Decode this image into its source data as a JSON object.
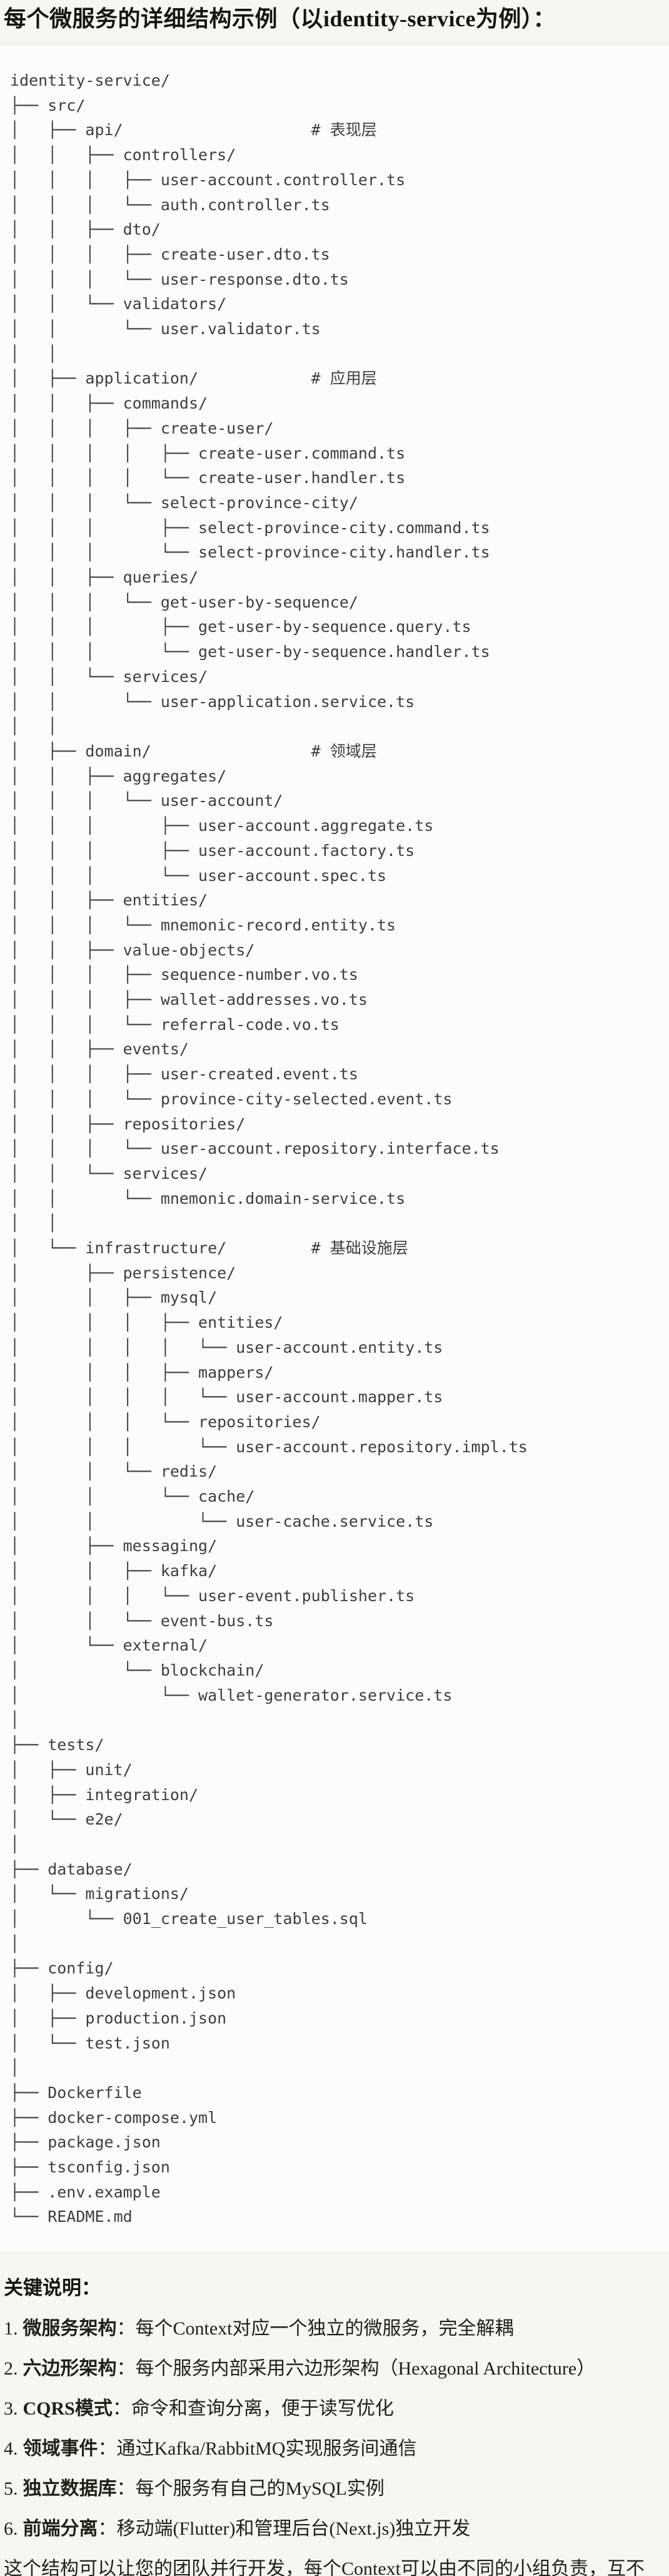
{
  "title": "每个微服务的详细结构示例（以identity-service为例）：",
  "code_block": {
    "lines": [
      "identity-service/",
      "├── src/",
      "│   ├── api/                    # 表现层",
      "│   │   ├── controllers/",
      "│   │   │   ├── user-account.controller.ts",
      "│   │   │   └── auth.controller.ts",
      "│   │   ├── dto/",
      "│   │   │   ├── create-user.dto.ts",
      "│   │   │   └── user-response.dto.ts",
      "│   │   └── validators/",
      "│   │       └── user.validator.ts",
      "│   │",
      "│   ├── application/            # 应用层",
      "│   │   ├── commands/",
      "│   │   │   ├── create-user/",
      "│   │   │   │   ├── create-user.command.ts",
      "│   │   │   │   └── create-user.handler.ts",
      "│   │   │   └── select-province-city/",
      "│   │   │       ├── select-province-city.command.ts",
      "│   │   │       └── select-province-city.handler.ts",
      "│   │   ├── queries/",
      "│   │   │   └── get-user-by-sequence/",
      "│   │   │       ├── get-user-by-sequence.query.ts",
      "│   │   │       └── get-user-by-sequence.handler.ts",
      "│   │   └── services/",
      "│   │       └── user-application.service.ts",
      "│   │",
      "│   ├── domain/                 # 领域层",
      "│   │   ├── aggregates/",
      "│   │   │   └── user-account/",
      "│   │   │       ├── user-account.aggregate.ts",
      "│   │   │       ├── user-account.factory.ts",
      "│   │   │       └── user-account.spec.ts",
      "│   │   ├── entities/",
      "│   │   │   └── mnemonic-record.entity.ts",
      "│   │   ├── value-objects/",
      "│   │   │   ├── sequence-number.vo.ts",
      "│   │   │   ├── wallet-addresses.vo.ts",
      "│   │   │   └── referral-code.vo.ts",
      "│   │   ├── events/",
      "│   │   │   ├── user-created.event.ts",
      "│   │   │   └── province-city-selected.event.ts",
      "│   │   ├── repositories/",
      "│   │   │   └── user-account.repository.interface.ts",
      "│   │   └── services/",
      "│   │       └── mnemonic.domain-service.ts",
      "│   │",
      "│   └── infrastructure/         # 基础设施层",
      "│       ├── persistence/",
      "│       │   ├── mysql/",
      "│       │   │   ├── entities/",
      "│       │   │   │   └── user-account.entity.ts",
      "│       │   │   ├── mappers/",
      "│       │   │   │   └── user-account.mapper.ts",
      "│       │   │   └── repositories/",
      "│       │   │       └── user-account.repository.impl.ts",
      "│       │   └── redis/",
      "│       │       └── cache/",
      "│       │           └── user-cache.service.ts",
      "│       ├── messaging/",
      "│       │   ├── kafka/",
      "│       │   │   └── user-event.publisher.ts",
      "│       │   └── event-bus.ts",
      "│       └── external/",
      "│           └── blockchain/",
      "│               └── wallet-generator.service.ts",
      "│",
      "├── tests/",
      "│   ├── unit/",
      "│   ├── integration/",
      "│   └── e2e/",
      "│",
      "├── database/",
      "│   └── migrations/",
      "│       └── 001_create_user_tables.sql",
      "│",
      "├── config/",
      "│   ├── development.json",
      "│   ├── production.json",
      "│   └── test.json",
      "│",
      "├── Dockerfile",
      "├── docker-compose.yml",
      "├── package.json",
      "├── tsconfig.json",
      "├── .env.example",
      "└── README.md"
    ]
  },
  "notes": {
    "heading": "关键说明：",
    "items": [
      {
        "num": "1.",
        "term": "微服务架构",
        "sep": "：",
        "desc": "每个Context对应一个独立的微服务，完全解耦"
      },
      {
        "num": "2.",
        "term": "六边形架构",
        "sep": "：",
        "desc": "每个服务内部采用六边形架构（Hexagonal Architecture）"
      },
      {
        "num": "3.",
        "term": "CQRS模式",
        "sep": "：",
        "desc": "命令和查询分离，便于读写优化"
      },
      {
        "num": "4.",
        "term": "领域事件",
        "sep": "：",
        "desc": "通过Kafka/RabbitMQ实现服务间通信"
      },
      {
        "num": "5.",
        "term": "独立数据库",
        "sep": "：",
        "desc": "每个服务有自己的MySQL实例"
      },
      {
        "num": "6.",
        "term": "前端分离",
        "sep": "：",
        "desc": "移动端(Flutter)和管理后台(Next.js)独立开发"
      }
    ],
    "footer": "这个结构可以让您的团队并行开发，每个Context可以由不同的小组负责，互不干扰。"
  },
  "colors": {
    "page_bg": "#f8f6f1",
    "code_bg": "#fdfcf9",
    "code_border": "#e3e0d8",
    "code_text": "#3f3e3a",
    "heading_text": "#15140e",
    "body_text": "#201f18"
  },
  "layer_comments": [
    "# 表现层",
    "# 应用层",
    "# 领域层",
    "# 基础设施层"
  ]
}
